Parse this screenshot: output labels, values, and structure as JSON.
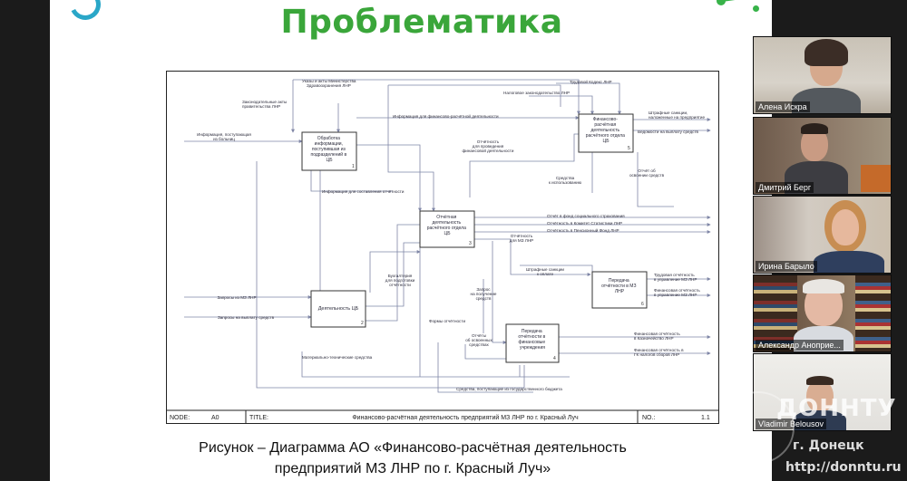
{
  "slide": {
    "title": "Проблематика",
    "caption_line1": "Рисунок – Диаграмма АО «Финансово-расчётная деятельность",
    "caption_line2": "предприятий МЗ ЛНР по г. Красный Луч»"
  },
  "diagram": {
    "footer": {
      "node_label": "NODE:",
      "node_value": "A0",
      "title_label": "TITLE:",
      "title_value": "Финансово-расчётная деятельность предприятий МЗ ЛНР по г. Красный Луч",
      "no_label": "NO.:",
      "no_value": "1.1"
    },
    "blocks": [
      {
        "num": "1",
        "lines": [
          "Обработка",
          "информации,",
          "поступившая из",
          "подразделений в",
          "ЦБ"
        ]
      },
      {
        "num": "2",
        "lines": [
          "Деятельность ЦБ"
        ]
      },
      {
        "num": "3",
        "lines": [
          "Отчётная",
          "деятельность",
          "расчётного отдела",
          "ЦБ"
        ]
      },
      {
        "num": "4",
        "lines": [
          "Передача",
          "отчётности в",
          "финансовые",
          "учреждения"
        ]
      },
      {
        "num": "5",
        "lines": [
          "Финансово-",
          "расчётная",
          "деятельность",
          "расчётного отдела",
          "ЦБ"
        ]
      },
      {
        "num": "6",
        "lines": [
          "Передача",
          "отчётности в МЗ",
          "ЛНР"
        ]
      }
    ],
    "labels": {
      "decrees": [
        "Указы и акты Министерства",
        "Здравоохранения ЛНР"
      ],
      "labor_code": "Трудовой Кодекс ЛНР",
      "tax_law": "Налоговое законодательство ЛНР",
      "gov_acts": [
        "Законодательные акты",
        "правительства ЛНР"
      ],
      "info_in": [
        "Информация, поступающая",
        "из больниц"
      ],
      "info_fin": "Информация для финансово-расчётной деятельности",
      "report_fin": [
        "Отчётность",
        "для проведения",
        "финансовой деятельности"
      ],
      "funds_use": [
        "Средства",
        "к использованию"
      ],
      "report_funds": [
        "Отчёт об",
        "освоении средств"
      ],
      "fines_out": [
        "Штрафные санкции,",
        "наложенные на предприятие"
      ],
      "payments": "Ведомости на выплату средств",
      "info_reports": "Информация для составления отчётности",
      "r_social": "Отчёт в фонд социального страхования",
      "r_stat": "Отчётность в Комитет Статистики ЛНР",
      "r_pension": "Отчётность в Пенсионный Фонд ЛНР",
      "r_mz": [
        "Отчётность",
        "для МЗ ЛНР"
      ],
      "accounting": [
        "Бухгалтерия",
        "для подготовки",
        "отчётности"
      ],
      "req_mz": "Запросы из МЗ ЛНР",
      "req_pay": "Запросы на выплату средств",
      "fines_pay": [
        "Штрафные санкции",
        "к оплате"
      ],
      "request_funds": [
        "Запрос",
        "на получение",
        "средств"
      ],
      "labor_report": [
        "Трудовая отчётность",
        "в управление МЗ ЛНР"
      ],
      "fin_report_mz": [
        "Финансовая отчётность",
        "в управление МЗ ЛНР"
      ],
      "forms": "Формы отчётности",
      "report_spent": [
        "Отчёты",
        "об освоенных",
        "средствах"
      ],
      "fin_treasury": [
        "Финансовая отчётность",
        "в Казначейство ЛНР"
      ],
      "fin_tax": [
        "Финансовая отчётность в",
        "ГК налогов сборов ЛНР"
      ],
      "material": "Материально-технические средства",
      "budget_funds": "Средства, поступающие из государственного бюджета"
    }
  },
  "participants": [
    {
      "name": "Алена Искра"
    },
    {
      "name": "Дмитрий Берг"
    },
    {
      "name": "Ирина Барыло"
    },
    {
      "name": "Александр Аноприе..."
    },
    {
      "name": "Vladimir Belousov"
    }
  ],
  "watermark": {
    "brand": "ДОННТУ",
    "city": "г. Донецк",
    "url": "http://donntu.ru"
  },
  "colors": {
    "title_green": "#3aa63a",
    "diagram_line": "#7f86a6",
    "diagram_text": "#2b2b3b"
  }
}
